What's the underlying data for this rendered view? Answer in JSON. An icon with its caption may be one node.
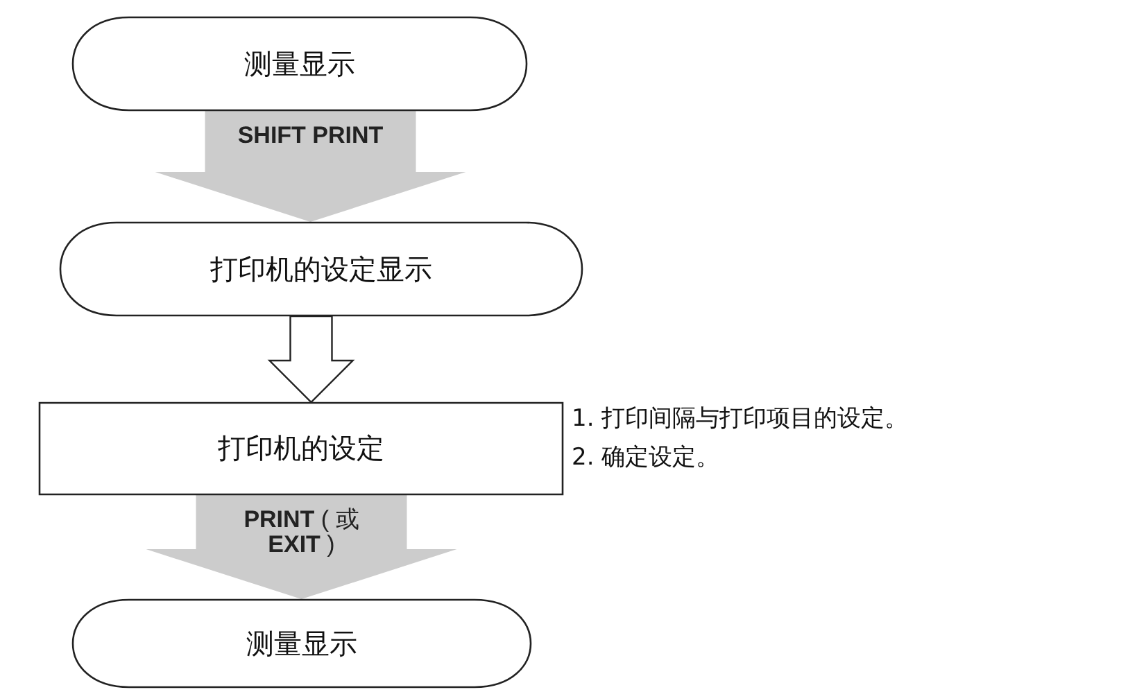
{
  "diagram": {
    "nodes": [
      {
        "text": [
          "测量显示"
        ]
      },
      {
        "text": [
          "打印机的设定显示"
        ]
      },
      {
        "text": [
          "打印机的设定"
        ]
      },
      {
        "text": [
          "测量显示"
        ]
      }
    ],
    "edges": [
      {
        "from": 0,
        "to": 1,
        "arrow": "to",
        "label": "**SHIFT PRINT**",
        "style": "thick"
      },
      {
        "from": 1,
        "to": 2,
        "arrow": "to"
      },
      {
        "from": 2,
        "to": 3,
        "arrow": "to",
        "label": "**PRINT** ( 或 **EXIT** )",
        "style": "thick"
      }
    ],
    "labels": [
      "1. 打印间隔与打印项目的设定。",
      "2. 确定设定。"
    ]
  }
}
